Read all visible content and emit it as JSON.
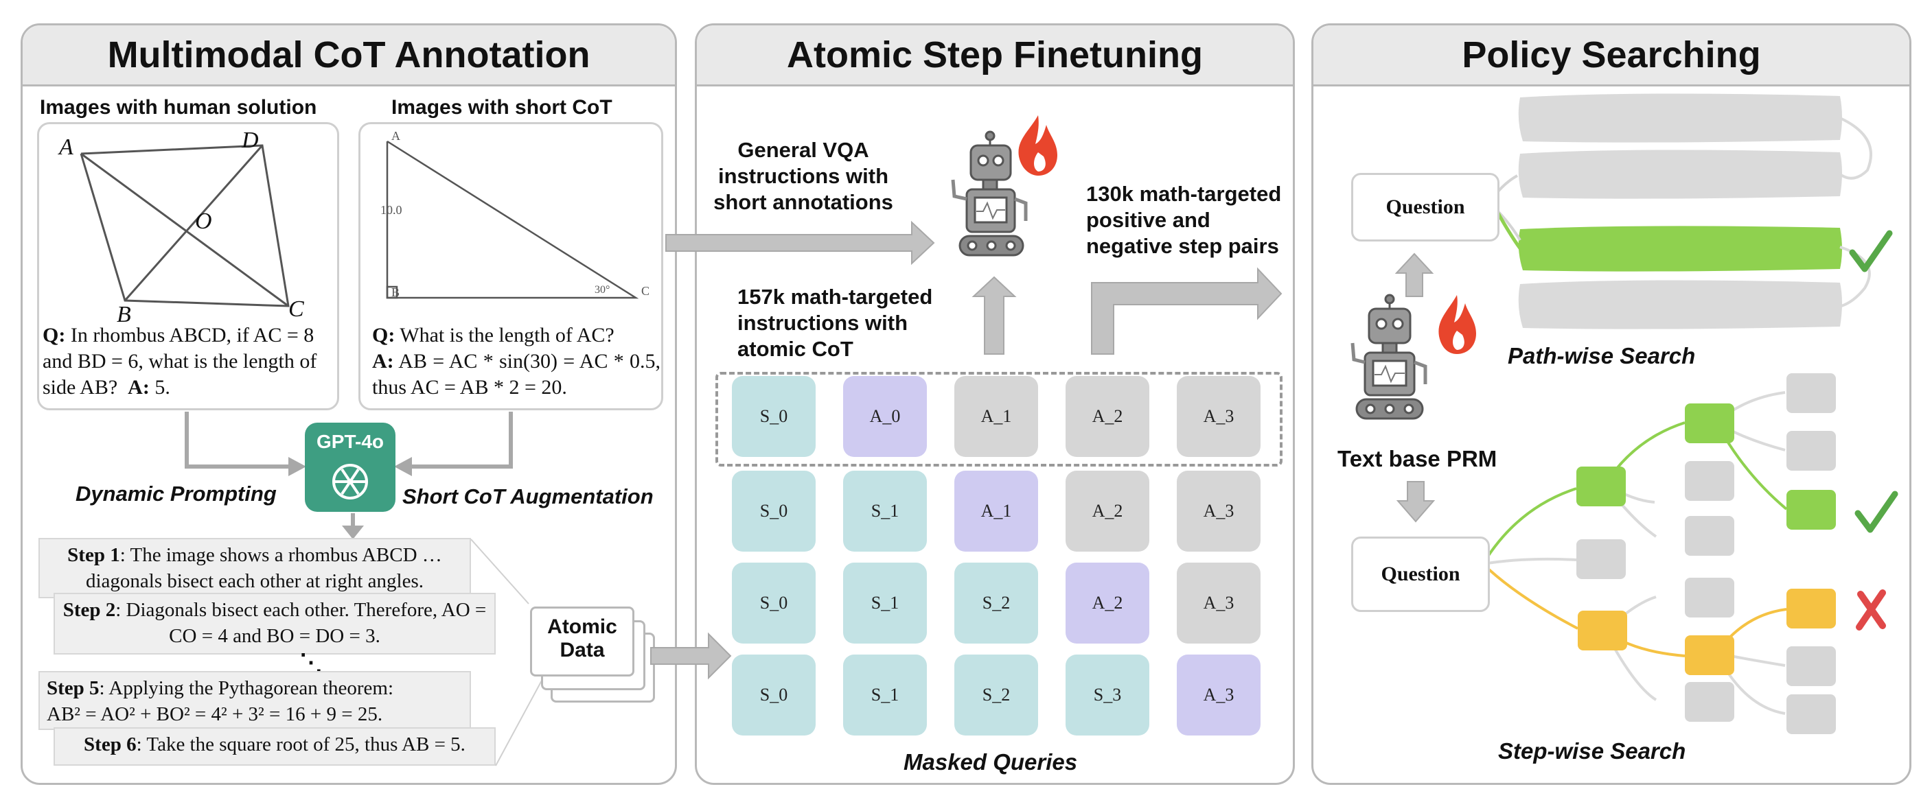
{
  "panels": {
    "left": {
      "title": "Multimodal CoT Annotation"
    },
    "middle": {
      "title": "Atomic Step Finetuning"
    },
    "right": {
      "title": "Policy Searching"
    }
  },
  "left": {
    "human_solution_title": "Images with human solution",
    "short_cot_title": "Images with short CoT",
    "rhombus_labels": {
      "a": "A",
      "b": "B",
      "c": "C",
      "d": "D",
      "o": "O"
    },
    "triangle_labels": {
      "a": "A",
      "b": "B",
      "c": "C",
      "side": "10.0",
      "angle": "30°"
    },
    "q1_prefix": "Q:",
    "q1_text": " In rhombus ABCD, if AC = 8 and BD = 6, what is the length of side AB?",
    "a1_prefix": "A:",
    "a1_text": " 5.",
    "q2_prefix": "Q:",
    "q2_text": " What is the length of AC?",
    "a2_prefix": "A:",
    "a2_text": " AB = AC * sin(30) = AC * 0.5, thus AC = AB * 2 = 20.",
    "gpt_label": "GPT-4o",
    "dynamic_prompting": "Dynamic Prompting",
    "short_cot_aug": "Short CoT Augmentation",
    "steps": {
      "s1_label": "Step 1",
      "s1_text": ": The image shows a rhombus ABCD … diagonals bisect each other at right angles.",
      "s2_label": "Step 2",
      "s2_text": ": Diagonals bisect each other. Therefore, AO = CO = 4 and BO = DO = 3.",
      "s5_label": "Step 5",
      "s5_text_a": ": Applying the Pythagorean theorem:",
      "s5_eq": "AB² = AO² + BO² = 4² + 3² = 16 + 9 = 25.",
      "s6_label": "Step 6",
      "s6_text": ": Take the square root of 25, thus AB = 5.",
      "ellipsis": "⋱"
    },
    "atomic_data_line1": "Atomic",
    "atomic_data_line2": "Data"
  },
  "middle": {
    "general_vqa": [
      "General VQA",
      "instructions with",
      "short annotations"
    ],
    "math_157k": [
      "157k math-targeted",
      "instructions with",
      "atomic CoT"
    ],
    "math_130k": [
      "130k math-targeted",
      "positive and",
      "negative step pairs"
    ],
    "masked_queries": "Masked Queries",
    "grid": [
      [
        {
          "label": "S_0",
          "kind": "s"
        },
        {
          "label": "A_0",
          "kind": "a"
        },
        {
          "label": "A_1",
          "kind": "g"
        },
        {
          "label": "A_2",
          "kind": "g"
        },
        {
          "label": "A_3",
          "kind": "g"
        }
      ],
      [
        {
          "label": "S_0",
          "kind": "s"
        },
        {
          "label": "S_1",
          "kind": "s"
        },
        {
          "label": "A_1",
          "kind": "a"
        },
        {
          "label": "A_2",
          "kind": "g"
        },
        {
          "label": "A_3",
          "kind": "g"
        }
      ],
      [
        {
          "label": "S_0",
          "kind": "s"
        },
        {
          "label": "S_1",
          "kind": "s"
        },
        {
          "label": "S_2",
          "kind": "s"
        },
        {
          "label": "A_2",
          "kind": "a"
        },
        {
          "label": "A_3",
          "kind": "g"
        }
      ],
      [
        {
          "label": "S_0",
          "kind": "s"
        },
        {
          "label": "S_1",
          "kind": "s"
        },
        {
          "label": "S_2",
          "kind": "s"
        },
        {
          "label": "S_3",
          "kind": "s"
        },
        {
          "label": "A_3",
          "kind": "a"
        }
      ]
    ]
  },
  "right": {
    "question_top": "Question",
    "question_bottom": "Question",
    "path_wise": "Path-wise Search",
    "text_prm": "Text base PRM",
    "step_wise": "Step-wise Search"
  },
  "colors": {
    "green": "#8fd14f",
    "yellow": "#f5c243",
    "gpt": "#3e9e82",
    "tile_s": "#c2e2e4",
    "tile_a": "#cfcbf1",
    "tile_g": "#d6d6d6",
    "check": "#57a848",
    "cross": "#e04848"
  },
  "icons": [
    "robot-icon",
    "fire-icon",
    "openai-logo-icon",
    "check-icon",
    "cross-icon"
  ]
}
